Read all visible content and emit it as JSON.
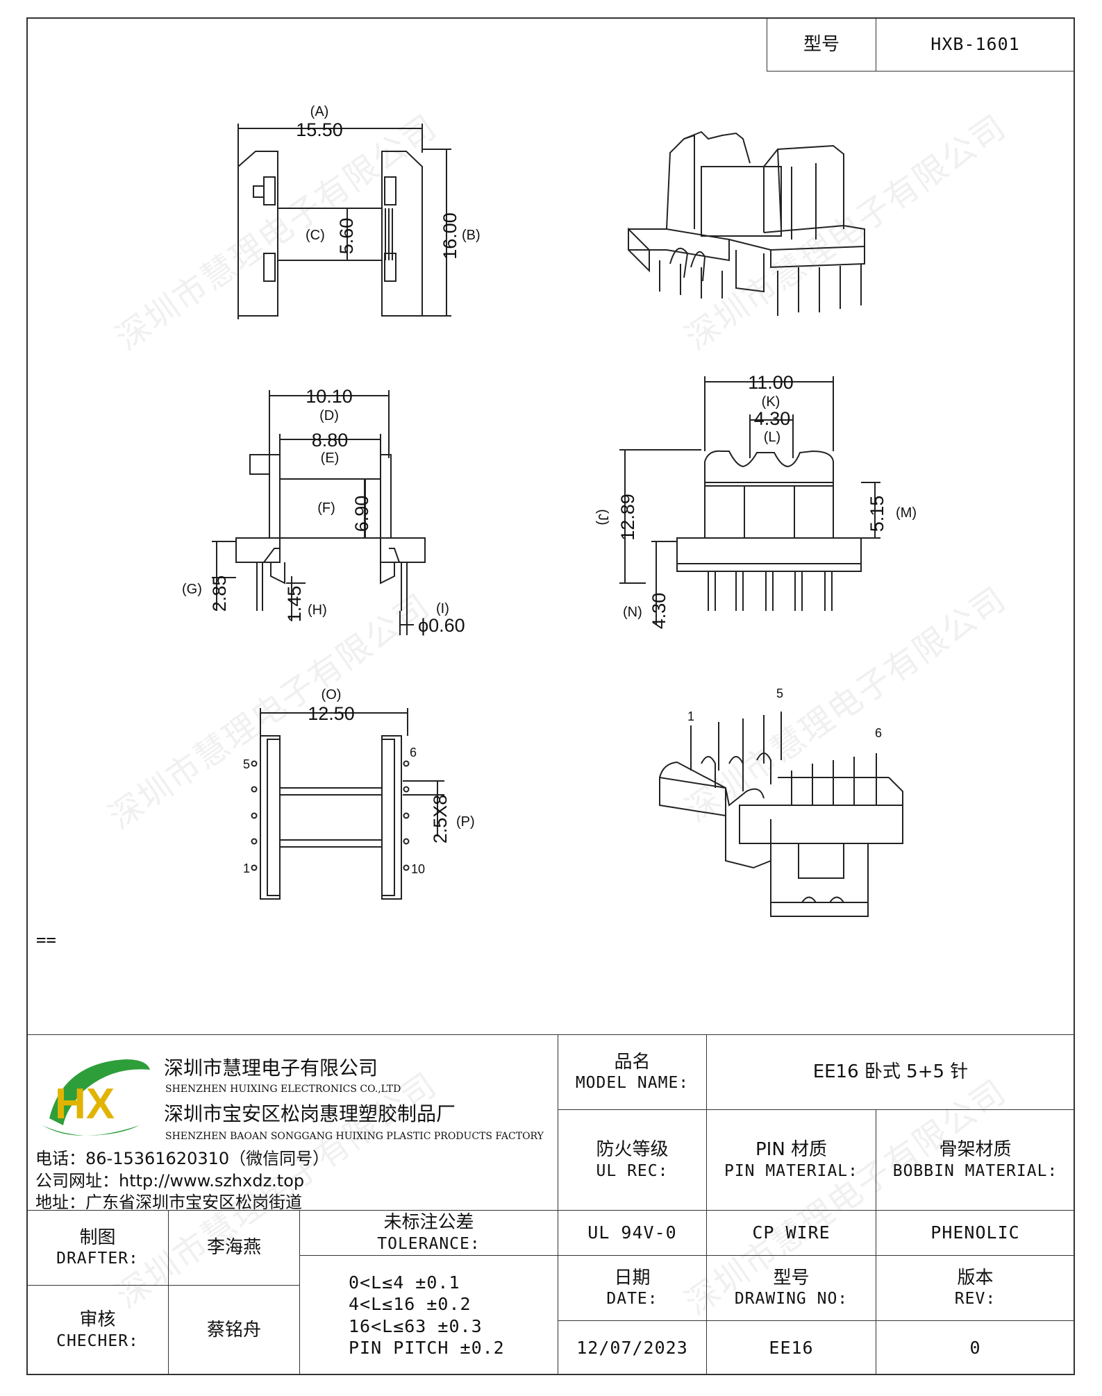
{
  "header": {
    "model_label": "型号",
    "model_value": "HXB-1601"
  },
  "watermark": "深圳市慧理电子有限公司",
  "views": {
    "top": {
      "dim_a": "15.50",
      "label_a": "(A)",
      "dim_b": "16.00",
      "label_b": "(B)",
      "dim_c": "5.60",
      "label_c": "(C)"
    },
    "front": {
      "dim_d": "10.10",
      "label_d": "(D)",
      "dim_e": "8.80",
      "label_e": "(E)",
      "dim_f": "6.90",
      "label_f": "(F)",
      "dim_g": "2.85",
      "label_g": "(G)",
      "dim_h": "1.45",
      "label_h": "(H)",
      "dim_i": "ϕ0.60",
      "label_i": "(I)"
    },
    "side": {
      "dim_k": "11.00",
      "label_k": "(K)",
      "dim_l": "4.30",
      "label_l": "(L)",
      "dim_j": "12.89",
      "label_j": "(J)",
      "dim_m": "5.15",
      "label_m": "(M)",
      "dim_n": "4.30",
      "label_n": "(N)"
    },
    "bottom": {
      "dim_o": "12.50",
      "label_o": "(O)",
      "dim_p": "2.5X8",
      "label_p": "(P)",
      "pin_5": "5",
      "pin_1": "1",
      "pin_6": "6",
      "pin_10": "10"
    },
    "iso_bottom": {
      "pin_1": "1",
      "pin_5": "5",
      "pin_6": "6"
    }
  },
  "note_mark": "==",
  "company": {
    "name_cn": "深圳市慧理电子有限公司",
    "name_en": "SHENZHEN HUIXING ELECTRONICS CO.,LTD",
    "factory_cn": "深圳市宝安区松岗惠理塑胶制品厂",
    "factory_en": "SHENZHEN BAOAN SONGGANG HUIXING PLASTIC PRODUCTS FACTORY",
    "phone": "电话：86-15361620310（微信同号）",
    "website": "公司网址：http://www.szhxdz.top",
    "address": "地址：广东省深圳市宝安区松岗街道",
    "logo_text": "HX"
  },
  "title_block": {
    "model_name_cn": "品名",
    "model_name_en": "MODEL NAME:",
    "model_name_value": "EE16 卧式 5+5 针",
    "fire_cn": "防火等级",
    "fire_en": "UL REC:",
    "pin_mat_cn": "PIN 材质",
    "pin_mat_en": "PIN MATERIAL:",
    "bobbin_cn": "骨架材质",
    "bobbin_en": "BOBBIN MATERIAL:",
    "fire_value": "UL 94V-0",
    "pin_value": "CP WIRE",
    "bobbin_value": "PHENOLIC",
    "drafter_cn": "制图",
    "drafter_en": "DRAFTER:",
    "drafter_name": "李海燕",
    "checker_cn": "审核",
    "checker_en": "CHECHER:",
    "checker_name": "蔡铭舟",
    "tol_cn": "未标注公差",
    "tol_en": "TOLERANCE:",
    "tol_lines": [
      "0<L≤4  ±0.1",
      "4<L≤16 ±0.2",
      "16<L≤63 ±0.3",
      "PIN PITCH ±0.2"
    ],
    "date_cn": "日期",
    "date_en": "DATE:",
    "date_value": "12/07/2023",
    "dwg_cn": "型号",
    "dwg_en": "DRAWING NO:",
    "dwg_value": "EE16",
    "rev_cn": "版本",
    "rev_en": "REV:",
    "rev_value": "0"
  }
}
